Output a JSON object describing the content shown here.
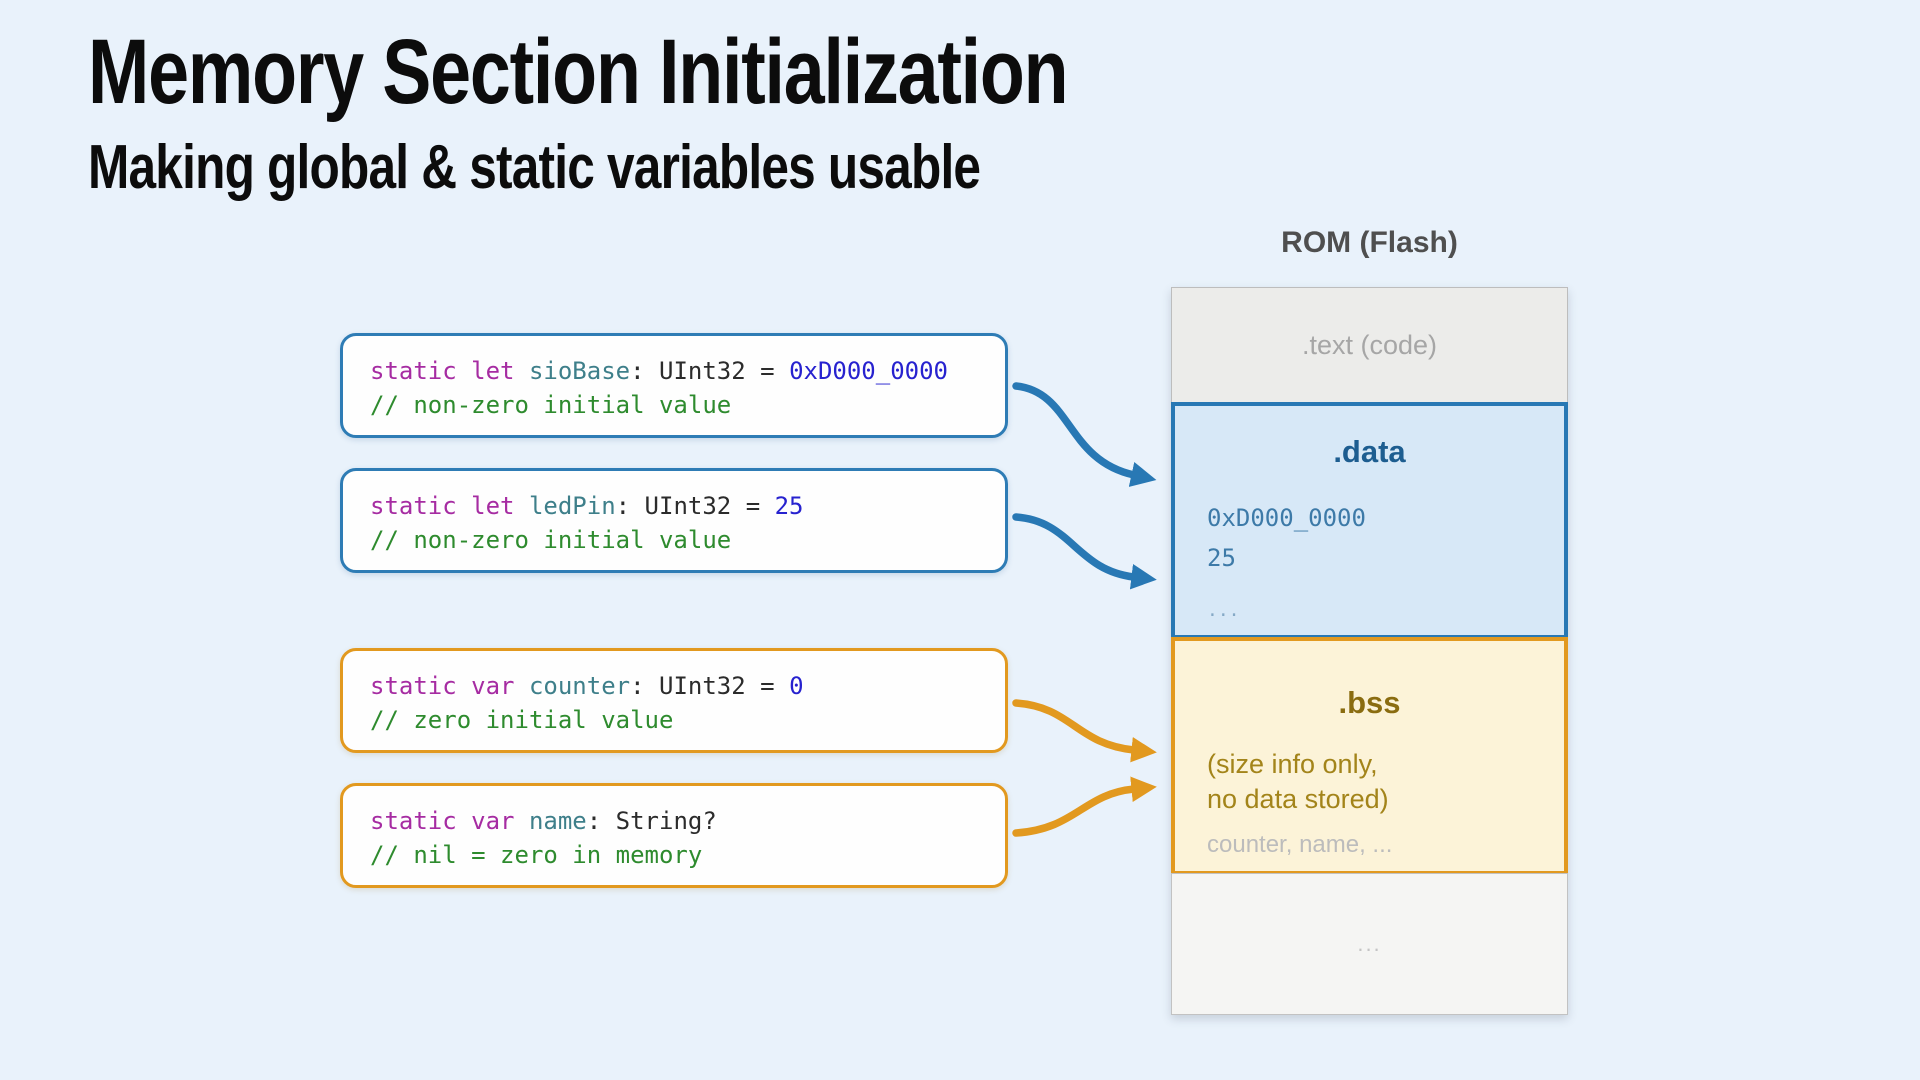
{
  "slide": {
    "title": "Memory Section Initialization",
    "subtitle": "Making global & static variables usable"
  },
  "colors": {
    "background": "#e9f2fb",
    "blue_accent": "#2878b4",
    "orange_accent": "#e2991f",
    "code_keyword": "#a62ca2",
    "code_identifier": "#3e7f8a",
    "code_plain": "#2b2b2b",
    "code_number": "#2722cf",
    "code_comment": "#2e8b2e",
    "data_section_bg": "#d7e8f7",
    "data_section_title": "#1d5d90",
    "bss_section_bg": "#fcf3d8",
    "bss_section_title": "#8a6c10",
    "text_section_bg": "#ececea"
  },
  "code_boxes": [
    {
      "keyword": "static let",
      "identifier": "sioBase",
      "rest": ": UInt32 = ",
      "value": "0xD000_0000",
      "comment": "// non-zero initial value",
      "accent": "blue"
    },
    {
      "keyword": "static let",
      "identifier": "ledPin",
      "rest": ": UInt32 = ",
      "value": "25",
      "comment": "// non-zero initial value",
      "accent": "blue"
    },
    {
      "keyword": "static var",
      "identifier": "counter",
      "rest": ": UInt32 = ",
      "value": "0",
      "comment": "// zero initial value",
      "accent": "orange"
    },
    {
      "keyword": "static var",
      "identifier": "name",
      "rest": ": String?",
      "value": "",
      "comment": "// nil = zero in memory",
      "accent": "orange"
    }
  ],
  "memory_map": {
    "label": "ROM (Flash)",
    "text_section": {
      "label": ".text (code)"
    },
    "data_section": {
      "label": ".data",
      "values": [
        "0xD000_0000",
        "25"
      ],
      "ellipsis": "..."
    },
    "bss_section": {
      "label": ".bss",
      "note_line1": "(size info only,",
      "note_line2": "no data stored)",
      "hint": "counter, name, ..."
    },
    "rest_section": {
      "label": "..."
    }
  }
}
